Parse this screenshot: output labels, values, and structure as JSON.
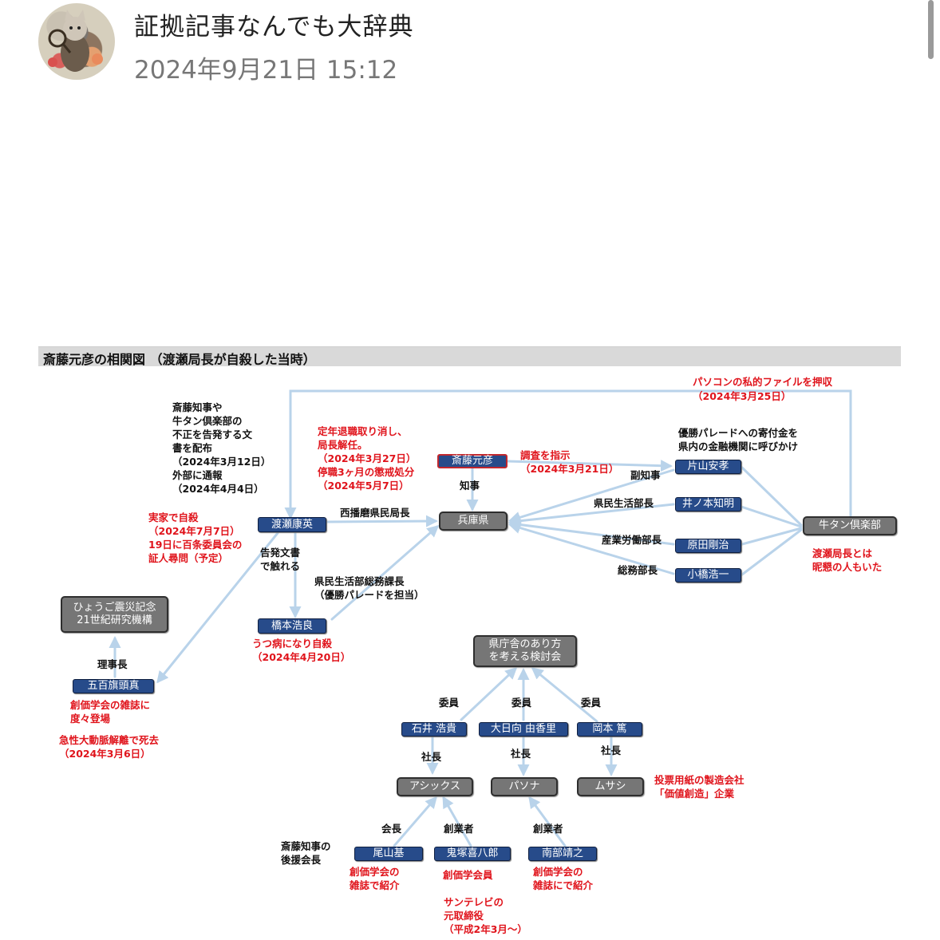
{
  "post": {
    "author": "証拠記事なんでも大辞典",
    "date": "2024年9月21日 15:12"
  },
  "figure": {
    "title": "斎藤元彦の相関図 （渡瀬局長が自殺した当時）"
  },
  "nodes": {
    "saito": "斎藤元彦",
    "hyogo": "兵庫県",
    "watase": "渡瀬康英",
    "hashimoto": "橋本浩良",
    "katayama": "片山安孝",
    "inomoto": "井ノ本知明",
    "harada": "原田剛治",
    "kohashi": "小橋浩一",
    "gyutan": "牛タン倶楽部",
    "kikou": "ひょうご震災記念\n21世紀研究機構",
    "iokibe": "五百旗頭真",
    "kentosha": "県庁舎のあり方\nを考える検討会",
    "ishii": "石井 浩貴",
    "ohinata": "大日向 由香里",
    "okamoto": "岡本 篤",
    "asics": "アシックス",
    "pasona": "パソナ",
    "musashi": "ムサシ",
    "oyama": "尾山基",
    "onitsuka": "鬼塚喜八郎",
    "nanbu": "南部靖之"
  },
  "labels": {
    "pc_seized": "パソコンの私的ファイルを押収",
    "pc_date": "（2024年3月25日）",
    "kokuhatsu": "斎藤知事や\n牛タン倶楽部の\n不正を告発する文\n書を配布\n（2024年3月12日）\n外部に通報\n（2024年4月4日）",
    "dismissal": "定年退職取り消し、\n局長解任。\n（2024年3月27日）\n停職3ヶ月の懲戒処分\n（2024年5月7日）",
    "chousa": "調査を指示\n（2024年3月21日）",
    "yusho": "優勝パレードへの寄付金を\n県内の金融機関に呼びかけ",
    "chiji": "知事",
    "fukuchiji": "副知事",
    "nishiharima": "西播磨県民局長",
    "kenmin_bucho": "県民生活部長",
    "sangyo": "産業労働部長",
    "somu": "総務部長",
    "suicide": "実家で自殺\n（2024年7月7日）\n19日に百条委員会の\n証人尋問（予定）",
    "bunsho": "告発文書\nで触れる",
    "somu_kacho": "県民生活部総務課長\n（優勝パレードを担当）",
    "utsu": "うつ病になり自殺\n（2024年4月20日）",
    "watase_enemy": "渡瀬局長とは\n昵懇の人もいた",
    "rijicho": "理事長",
    "sokagakkai1": "創価学会の雑誌に\n度々登場",
    "kyusei": "急性大動脈解離で死去\n（2024年3月6日）",
    "iin1": "委員",
    "iin2": "委員",
    "iin3": "委員",
    "shacho1": "社長",
    "shacho2": "社長",
    "shacho3": "社長",
    "musashi_note": "投票用紙の製造会社\n「価値創造」企業",
    "kaicho": "会長",
    "sogyo1": "創業者",
    "sogyo2": "創業者",
    "koenkai": "斎藤知事の\n後援会長",
    "oyama_note": "創価学会の\n雑誌で紹介",
    "onitsuka_note": "創価学会員",
    "nanbu_note": "創価学会の\n雑誌にで紹介",
    "suntv": "サンテレビの\n元取締役\n（平成2年3月〜）"
  },
  "colors": {
    "box_blue": "#274b8a",
    "box_gray": "#767676",
    "annotation_red": "#e0141c",
    "arrow": "#b9d3ea",
    "title_bar": "#d9d9d9"
  }
}
